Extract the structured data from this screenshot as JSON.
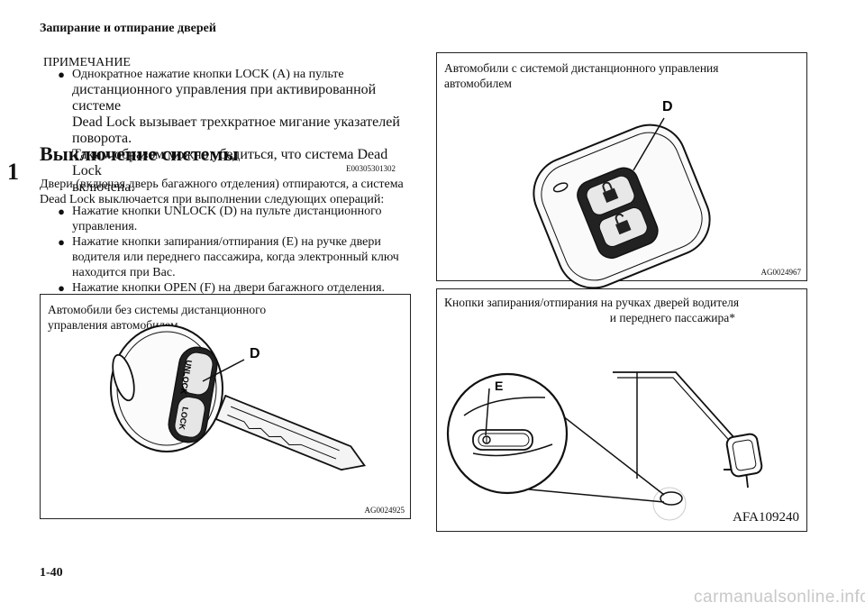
{
  "header": {
    "title": "Запирание и отпирание дверей"
  },
  "chapter": {
    "number": "1"
  },
  "note": {
    "label": "ПРИМЕЧАНИЕ",
    "bullet": "●",
    "lines": [
      "Однократное нажатие кнопки LOCK (A) на пульте",
      "дистанционного управления при активированной системе",
      "Dead Lock вызывает трехкратное мигание указателей поворота.",
      "Таким образом можно убедиться, что система Dead Lock",
      "включена."
    ]
  },
  "section": {
    "title": "Выключение системы",
    "code": "E00305301302",
    "intro_lines": [
      "Двери (включая дверь багажного отделения) отпираются, а система",
      "Dead Lock выключается при выполнении следующих операций:"
    ],
    "conditions": [
      {
        "lines": [
          "Нажатие кнопки UNLOCK (D) на пульте дистанционного",
          "управления."
        ]
      },
      {
        "lines": [
          "Нажатие кнопки запирания/отпирания (E) на ручке двери",
          "водителя или переднего пассажира, когда электронный ключ",
          "находится при Вас."
        ]
      },
      {
        "lines": [
          "Нажатие кнопки OPEN (F) на двери багажного отделения."
        ]
      }
    ]
  },
  "figures": {
    "remote": {
      "caption_lines": [
        "Автомобили с системой дистанционного управления",
        "автомобилем"
      ],
      "label_d": "D",
      "code": "AG0024967"
    },
    "key": {
      "caption_lines": [
        "Автомобили без системы дистанционного",
        "управления автомобилем"
      ],
      "label_d": "D",
      "unlock_text": "UNLOCK",
      "lock_text": "LOCK",
      "code": "AG0024925"
    },
    "door": {
      "caption_lines": [
        "Кнопки запирания/отпирания на ручках дверей водителя",
        "и переднего пассажира*"
      ],
      "label_e": "E",
      "code": "AFA109240"
    }
  },
  "footer": {
    "page": "1-40"
  },
  "watermark": "carmanualsonline.info"
}
